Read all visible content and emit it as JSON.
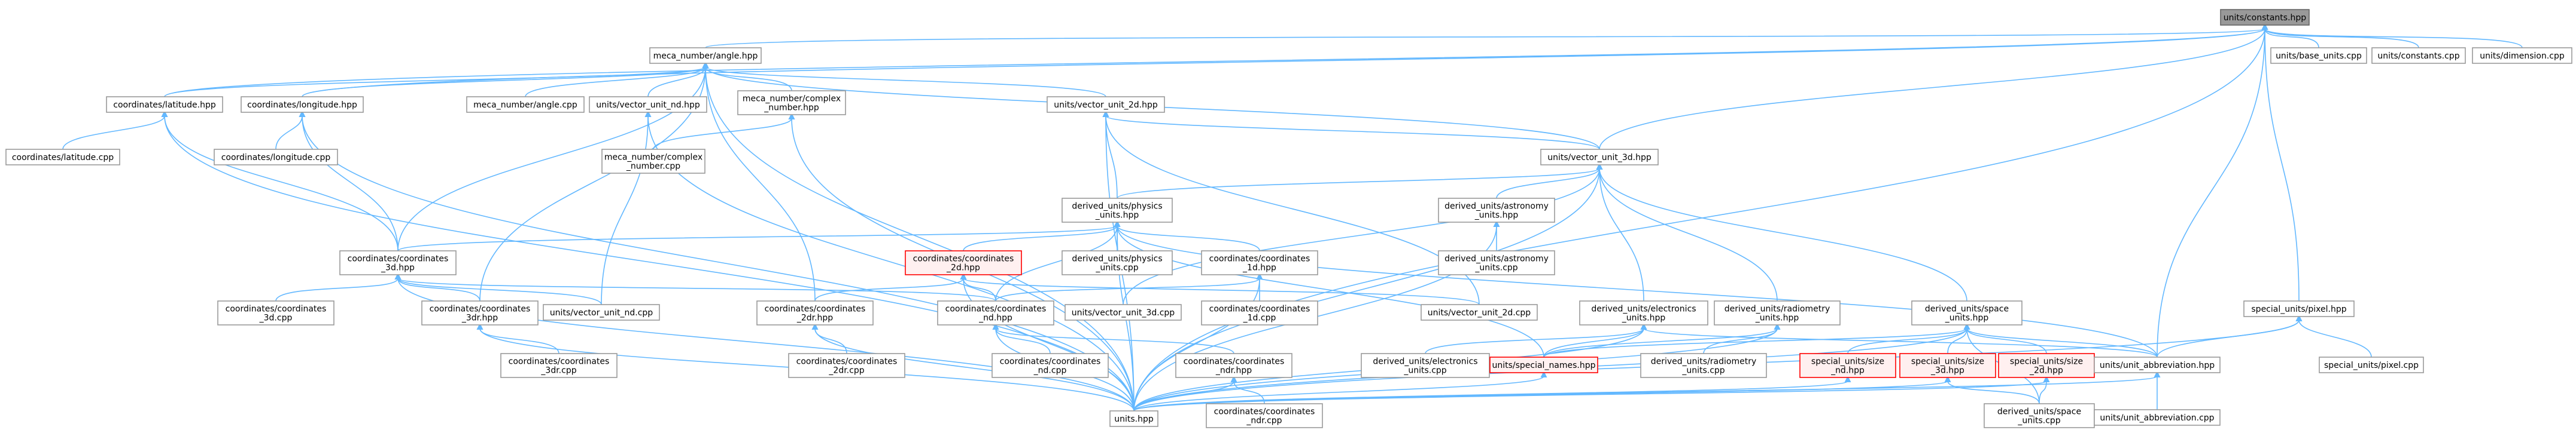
{
  "colors": {
    "edge": "#63b8ff",
    "node_border": "#999999",
    "node_fill": "#ffffff",
    "root_fill": "#999999",
    "root_border": "#666666",
    "highlight_border": "#ff0000",
    "highlight_fill": "#fff0f0"
  },
  "nodes": [
    {
      "id": "root",
      "lines": [
        "units/constants.hpp"
      ],
      "style": "root"
    },
    {
      "id": "angle_hpp",
      "lines": [
        "meca_number/angle.hpp"
      ]
    },
    {
      "id": "base_units_cpp",
      "lines": [
        "units/base_units.cpp"
      ]
    },
    {
      "id": "constants_cpp",
      "lines": [
        "units/constants.cpp"
      ]
    },
    {
      "id": "dimension_cpp",
      "lines": [
        "units/dimension.cpp"
      ]
    },
    {
      "id": "latitude_hpp",
      "lines": [
        "coordinates/latitude.hpp"
      ]
    },
    {
      "id": "longitude_hpp",
      "lines": [
        "coordinates/longitude.hpp"
      ]
    },
    {
      "id": "angle_cpp",
      "lines": [
        "meca_number/angle.cpp"
      ]
    },
    {
      "id": "vector_unit_nd_hpp",
      "lines": [
        "units/vector_unit_nd.hpp"
      ]
    },
    {
      "id": "complex_number_hpp",
      "lines": [
        "meca_number/complex",
        "_number.hpp"
      ]
    },
    {
      "id": "vector_unit_2d_hpp",
      "lines": [
        "units/vector_unit_2d.hpp"
      ]
    },
    {
      "id": "latitude_cpp",
      "lines": [
        "coordinates/latitude.cpp"
      ]
    },
    {
      "id": "longitude_cpp",
      "lines": [
        "coordinates/longitude.cpp"
      ]
    },
    {
      "id": "complex_number_cpp",
      "lines": [
        "meca_number/complex",
        "_number.cpp"
      ]
    },
    {
      "id": "vector_unit_3d_hpp",
      "lines": [
        "units/vector_unit_3d.hpp"
      ]
    },
    {
      "id": "physics_units_hpp",
      "lines": [
        "derived_units/physics",
        "_units.hpp"
      ]
    },
    {
      "id": "astronomy_units_hpp",
      "lines": [
        "derived_units/astronomy",
        "_units.hpp"
      ]
    },
    {
      "id": "coordinates_3d_hpp",
      "lines": [
        "coordinates/coordinates",
        "_3d.hpp"
      ]
    },
    {
      "id": "coordinates_2d_hpp",
      "lines": [
        "coordinates/coordinates",
        "_2d.hpp"
      ],
      "style": "highlight"
    },
    {
      "id": "physics_units_cpp",
      "lines": [
        "derived_units/physics",
        "_units.cpp"
      ]
    },
    {
      "id": "coordinates_1d_hpp",
      "lines": [
        "coordinates/coordinates",
        "_1d.hpp"
      ]
    },
    {
      "id": "astronomy_units_cpp",
      "lines": [
        "derived_units/astronomy",
        "_units.cpp"
      ]
    },
    {
      "id": "coordinates_3d_cpp",
      "lines": [
        "coordinates/coordinates",
        "_3d.cpp"
      ]
    },
    {
      "id": "coordinates_3dr_hpp",
      "lines": [
        "coordinates/coordinates",
        "_3dr.hpp"
      ]
    },
    {
      "id": "vector_unit_nd_cpp",
      "lines": [
        "units/vector_unit_nd.cpp"
      ]
    },
    {
      "id": "coordinates_2dr_hpp",
      "lines": [
        "coordinates/coordinates",
        "_2dr.hpp"
      ]
    },
    {
      "id": "coordinates_nd_hpp",
      "lines": [
        "coordinates/coordinates",
        "_nd.hpp"
      ]
    },
    {
      "id": "vector_unit_3d_cpp",
      "lines": [
        "units/vector_unit_3d.cpp"
      ]
    },
    {
      "id": "coordinates_1d_cpp",
      "lines": [
        "coordinates/coordinates",
        "_1d.cpp"
      ]
    },
    {
      "id": "vector_unit_2d_cpp",
      "lines": [
        "units/vector_unit_2d.cpp"
      ]
    },
    {
      "id": "electronics_units_hpp",
      "lines": [
        "derived_units/electronics",
        "_units.hpp"
      ]
    },
    {
      "id": "radiometry_units_hpp",
      "lines": [
        "derived_units/radiometry",
        "_units.hpp"
      ]
    },
    {
      "id": "space_units_hpp",
      "lines": [
        "derived_units/space",
        "_units.hpp"
      ]
    },
    {
      "id": "pixel_hpp",
      "lines": [
        "special_units/pixel.hpp"
      ]
    },
    {
      "id": "coordinates_3dr_cpp",
      "lines": [
        "coordinates/coordinates",
        "_3dr.cpp"
      ]
    },
    {
      "id": "coordinates_2dr_cpp",
      "lines": [
        "coordinates/coordinates",
        "_2dr.cpp"
      ]
    },
    {
      "id": "coordinates_nd_cpp",
      "lines": [
        "coordinates/coordinates",
        "_nd.cpp"
      ]
    },
    {
      "id": "coordinates_ndr_hpp",
      "lines": [
        "coordinates/coordinates",
        "_ndr.hpp"
      ]
    },
    {
      "id": "electronics_units_cpp",
      "lines": [
        "derived_units/electronics",
        "_units.cpp"
      ]
    },
    {
      "id": "special_names_hpp",
      "lines": [
        "units/special_names.hpp"
      ],
      "style": "highlight"
    },
    {
      "id": "radiometry_units_cpp",
      "lines": [
        "derived_units/radiometry",
        "_units.cpp"
      ]
    },
    {
      "id": "size_nd_hpp",
      "lines": [
        "special_units/size",
        "_nd.hpp"
      ],
      "style": "highlight"
    },
    {
      "id": "size_3d_hpp",
      "lines": [
        "special_units/size",
        "_3d.hpp"
      ],
      "style": "highlight"
    },
    {
      "id": "size_2d_hpp",
      "lines": [
        "special_units/size",
        "_2d.hpp"
      ],
      "style": "highlight"
    },
    {
      "id": "unit_abbreviation_hpp",
      "lines": [
        "units/unit_abbreviation.hpp"
      ]
    },
    {
      "id": "pixel_cpp",
      "lines": [
        "special_units/pixel.cpp"
      ]
    },
    {
      "id": "units_hpp",
      "lines": [
        "units.hpp"
      ]
    },
    {
      "id": "coordinates_ndr_cpp",
      "lines": [
        "coordinates/coordinates",
        "_ndr.cpp"
      ]
    },
    {
      "id": "space_units_cpp",
      "lines": [
        "derived_units/space",
        "_units.cpp"
      ]
    },
    {
      "id": "unit_abbreviation_cpp",
      "lines": [
        "units/unit_abbreviation.cpp"
      ]
    }
  ],
  "edges": [
    [
      "root",
      "angle_hpp"
    ],
    [
      "root",
      "base_units_cpp"
    ],
    [
      "root",
      "constants_cpp"
    ],
    [
      "root",
      "dimension_cpp"
    ],
    [
      "root",
      "latitude_hpp"
    ],
    [
      "root",
      "longitude_hpp"
    ],
    [
      "root",
      "vector_unit_3d_hpp"
    ],
    [
      "root",
      "pixel_hpp"
    ],
    [
      "root",
      "units_hpp"
    ],
    [
      "root",
      "unit_abbreviation_hpp"
    ],
    [
      "angle_hpp",
      "latitude_hpp"
    ],
    [
      "angle_hpp",
      "longitude_hpp"
    ],
    [
      "angle_hpp",
      "angle_cpp"
    ],
    [
      "angle_hpp",
      "vector_unit_nd_hpp"
    ],
    [
      "angle_hpp",
      "complex_number_hpp"
    ],
    [
      "angle_hpp",
      "vector_unit_2d_hpp"
    ],
    [
      "angle_hpp",
      "vector_unit_3d_hpp"
    ],
    [
      "angle_hpp",
      "coordinates_3d_hpp"
    ],
    [
      "angle_hpp",
      "coordinates_3dr_hpp"
    ],
    [
      "angle_hpp",
      "coordinates_2dr_hpp"
    ],
    [
      "angle_hpp",
      "units_hpp"
    ],
    [
      "latitude_hpp",
      "latitude_cpp"
    ],
    [
      "latitude_hpp",
      "coordinates_3d_hpp"
    ],
    [
      "latitude_hpp",
      "units_hpp"
    ],
    [
      "longitude_hpp",
      "longitude_cpp"
    ],
    [
      "longitude_hpp",
      "coordinates_3d_hpp"
    ],
    [
      "longitude_hpp",
      "units_hpp"
    ],
    [
      "vector_unit_nd_hpp",
      "vector_unit_nd_cpp"
    ],
    [
      "vector_unit_nd_hpp",
      "units_hpp"
    ],
    [
      "complex_number_hpp",
      "complex_number_cpp"
    ],
    [
      "complex_number_hpp",
      "units_hpp"
    ],
    [
      "vector_unit_2d_hpp",
      "physics_units_hpp"
    ],
    [
      "vector_unit_2d_hpp",
      "vector_unit_2d_cpp"
    ],
    [
      "vector_unit_2d_hpp",
      "units_hpp"
    ],
    [
      "vector_unit_2d_hpp",
      "vector_unit_3d_hpp"
    ],
    [
      "vector_unit_3d_hpp",
      "physics_units_hpp"
    ],
    [
      "vector_unit_3d_hpp",
      "astronomy_units_hpp"
    ],
    [
      "vector_unit_3d_hpp",
      "vector_unit_3d_cpp"
    ],
    [
      "vector_unit_3d_hpp",
      "electronics_units_hpp"
    ],
    [
      "vector_unit_3d_hpp",
      "radiometry_units_hpp"
    ],
    [
      "vector_unit_3d_hpp",
      "space_units_hpp"
    ],
    [
      "vector_unit_3d_hpp",
      "units_hpp"
    ],
    [
      "physics_units_hpp",
      "coordinates_3d_hpp"
    ],
    [
      "physics_units_hpp",
      "coordinates_2d_hpp"
    ],
    [
      "physics_units_hpp",
      "physics_units_cpp"
    ],
    [
      "physics_units_hpp",
      "coordinates_1d_hpp"
    ],
    [
      "physics_units_hpp",
      "coordinates_nd_hpp"
    ],
    [
      "physics_units_hpp",
      "special_names_hpp"
    ],
    [
      "physics_units_hpp",
      "units_hpp"
    ],
    [
      "physics_units_hpp",
      "unit_abbreviation_hpp"
    ],
    [
      "astronomy_units_hpp",
      "astronomy_units_cpp"
    ],
    [
      "astronomy_units_hpp",
      "units_hpp"
    ],
    [
      "coordinates_3d_hpp",
      "coordinates_3d_cpp"
    ],
    [
      "coordinates_3d_hpp",
      "coordinates_3dr_hpp"
    ],
    [
      "coordinates_3d_hpp",
      "vector_unit_nd_cpp"
    ],
    [
      "coordinates_3d_hpp",
      "coordinates_nd_hpp"
    ],
    [
      "coordinates_3d_hpp",
      "units_hpp"
    ],
    [
      "coordinates_2d_hpp",
      "coordinates_2dr_hpp"
    ],
    [
      "coordinates_2d_hpp",
      "coordinates_nd_hpp"
    ],
    [
      "coordinates_2d_hpp",
      "vector_unit_2d_cpp"
    ],
    [
      "coordinates_2d_hpp",
      "units_hpp"
    ],
    [
      "coordinates_1d_hpp",
      "coordinates_1d_cpp"
    ],
    [
      "coordinates_1d_hpp",
      "coordinates_nd_hpp"
    ],
    [
      "coordinates_1d_hpp",
      "units_hpp"
    ],
    [
      "coordinates_3dr_hpp",
      "coordinates_3dr_cpp"
    ],
    [
      "coordinates_3dr_hpp",
      "units_hpp"
    ],
    [
      "coordinates_2dr_hpp",
      "coordinates_2dr_cpp"
    ],
    [
      "coordinates_2dr_hpp",
      "units_hpp"
    ],
    [
      "coordinates_nd_hpp",
      "coordinates_nd_cpp"
    ],
    [
      "coordinates_nd_hpp",
      "coordinates_ndr_hpp"
    ],
    [
      "coordinates_nd_hpp",
      "units_hpp"
    ],
    [
      "coordinates_ndr_hpp",
      "coordinates_ndr_cpp"
    ],
    [
      "coordinates_ndr_hpp",
      "units_hpp"
    ],
    [
      "electronics_units_hpp",
      "electronics_units_cpp"
    ],
    [
      "electronics_units_hpp",
      "special_names_hpp"
    ],
    [
      "electronics_units_hpp",
      "units_hpp"
    ],
    [
      "electronics_units_hpp",
      "unit_abbreviation_hpp"
    ],
    [
      "radiometry_units_hpp",
      "radiometry_units_cpp"
    ],
    [
      "radiometry_units_hpp",
      "special_names_hpp"
    ],
    [
      "radiometry_units_hpp",
      "units_hpp"
    ],
    [
      "space_units_hpp",
      "size_nd_hpp"
    ],
    [
      "space_units_hpp",
      "size_3d_hpp"
    ],
    [
      "space_units_hpp",
      "size_2d_hpp"
    ],
    [
      "space_units_hpp",
      "space_units_cpp"
    ],
    [
      "space_units_hpp",
      "special_names_hpp"
    ],
    [
      "space_units_hpp",
      "unit_abbreviation_hpp"
    ],
    [
      "space_units_hpp",
      "units_hpp"
    ],
    [
      "size_nd_hpp",
      "units_hpp"
    ],
    [
      "size_3d_hpp",
      "units_hpp"
    ],
    [
      "size_3d_hpp",
      "space_units_cpp"
    ],
    [
      "size_2d_hpp",
      "units_hpp"
    ],
    [
      "size_2d_hpp",
      "space_units_cpp"
    ],
    [
      "special_names_hpp",
      "units_hpp"
    ],
    [
      "pixel_hpp",
      "pixel_cpp"
    ],
    [
      "pixel_hpp",
      "unit_abbreviation_hpp"
    ],
    [
      "pixel_hpp",
      "units_hpp"
    ],
    [
      "unit_abbreviation_hpp",
      "unit_abbreviation_cpp"
    ],
    [
      "unit_abbreviation_hpp",
      "units_hpp"
    ]
  ]
}
